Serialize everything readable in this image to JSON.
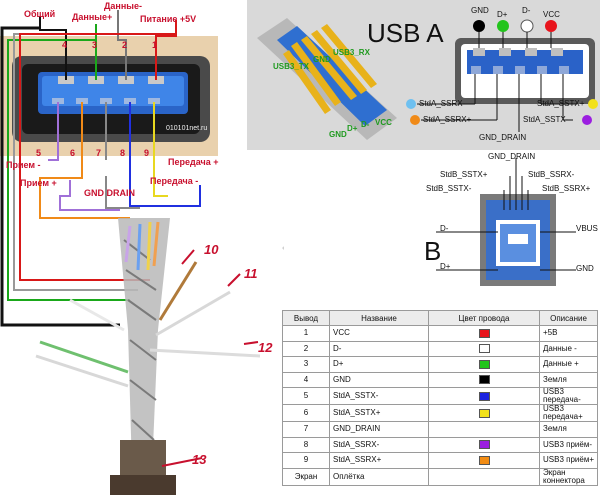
{
  "left_diagram": {
    "top_labels": {
      "common": "Общий",
      "data_plus": "Данные+",
      "data_minus": "Данные-",
      "power": "Питание +5V"
    },
    "pin_numbers_top": [
      "4",
      "3",
      "2",
      "1"
    ],
    "pin_numbers_bottom": [
      "5",
      "6",
      "7",
      "8",
      "9"
    ],
    "watermark": "010101net.ru",
    "side_labels": {
      "rx_minus": "Прием -",
      "rx_plus": "Прием +",
      "gnd_drain": "GND DRAIN",
      "tx_plus": "Передача +",
      "tx_minus": "Передача -"
    },
    "handwritten_numbers": [
      "10",
      "11",
      "12",
      "13"
    ]
  },
  "usb_a": {
    "title": "USB A",
    "plug_labels": [
      "USB3_TX",
      "GND",
      "USB3_RX",
      "GND",
      "D+",
      "D-",
      "VCC"
    ],
    "top_pins": [
      "GND",
      "D+",
      "D-",
      "VCC"
    ],
    "bottom_left": [
      "StdA_SSRX-",
      "StdA_SSRX+"
    ],
    "bottom_right": [
      "StdA_SSTX+",
      "StdA_SSTX-"
    ],
    "bottom_center": "GND_DRAIN"
  },
  "usb_b": {
    "title": "B",
    "top": "GND_DRAIN",
    "left_top": [
      "StdB_SSTX+",
      "StdB_SSTX-"
    ],
    "right_top": [
      "StdB_SSRX-",
      "StdB_SSRX+"
    ],
    "d_minus": "D-",
    "d_plus": "D+",
    "vbus": "VBUS",
    "gnd": "GND"
  },
  "pin_table": {
    "headers": [
      "Вывод",
      "Название",
      "Цвет провода",
      "Описание"
    ],
    "rows": [
      {
        "pin": "1",
        "name": "VCC",
        "color": "#e8141c",
        "desc": "+5В"
      },
      {
        "pin": "2",
        "name": "D-",
        "color": "#ffffff",
        "desc": "Данные -"
      },
      {
        "pin": "3",
        "name": "D+",
        "color": "#22c41c",
        "desc": "Данные +"
      },
      {
        "pin": "4",
        "name": "GND",
        "color": "#000000",
        "desc": "Земля"
      },
      {
        "pin": "5",
        "name": "StdA_SSTX-",
        "color": "#1a22e0",
        "desc": "USB3 передача-"
      },
      {
        "pin": "6",
        "name": "StdA_SSTX+",
        "color": "#f2e11a",
        "desc": "USB3 передача+"
      },
      {
        "pin": "7",
        "name": "GND_DRAIN",
        "color": "",
        "desc": "Земля"
      },
      {
        "pin": "8",
        "name": "StdA_SSRX-",
        "color": "#9b1ee0",
        "desc": "USB3 приём-"
      },
      {
        "pin": "9",
        "name": "StdA_SSRX+",
        "color": "#f28c14",
        "desc": "USB3 приём+"
      },
      {
        "pin": "Экран",
        "name": "Оплётка",
        "color": "",
        "desc": "Экран коннектора"
      }
    ]
  }
}
